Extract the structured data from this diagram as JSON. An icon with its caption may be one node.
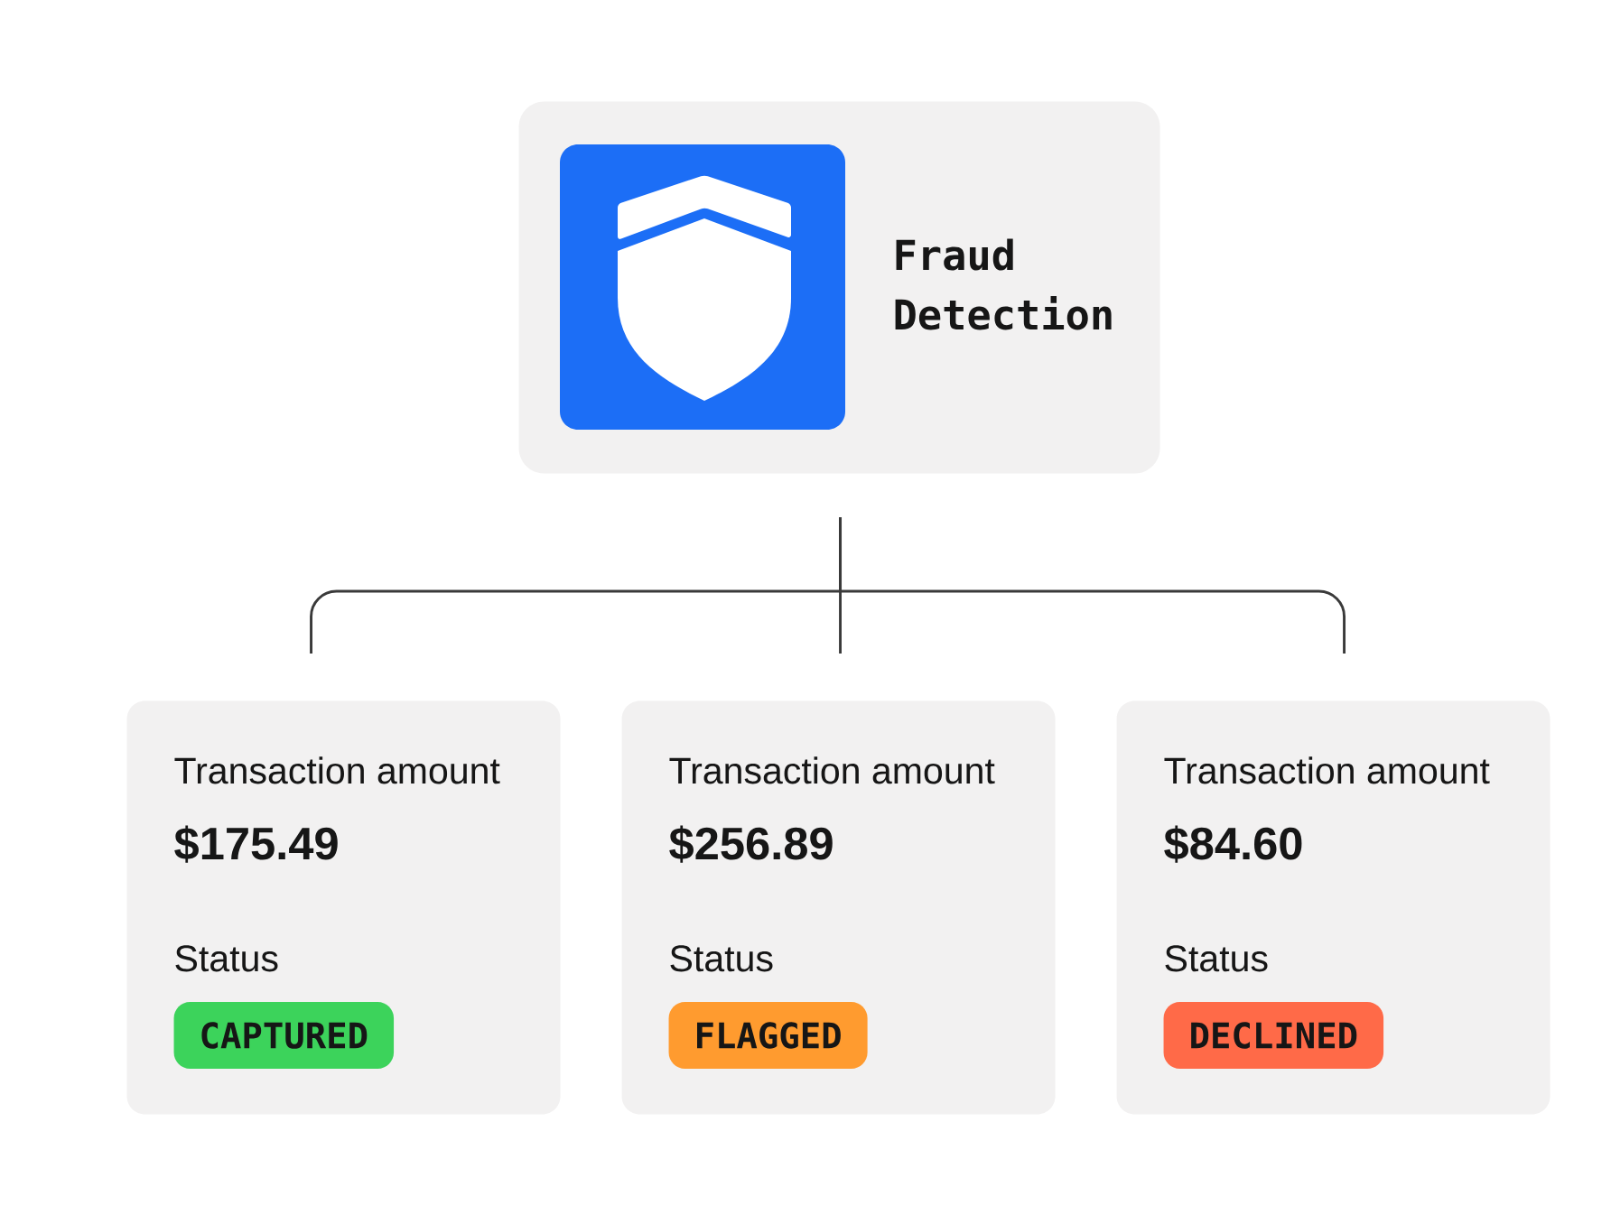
{
  "diagram": {
    "nodes": [
      {
        "text": [
          "Fraud Detection"
        ]
      },
      {
        "text": [
          "Transaction amount",
          "$175.49",
          "Status"
        ]
      },
      {
        "text": [
          "CAPTURED"
        ],
        "in": 1
      },
      {
        "text": [
          "Transaction amount",
          "$256.89",
          "Status"
        ]
      },
      {
        "text": [
          "FLAGGED"
        ],
        "in": 3
      },
      {
        "text": [
          "Transaction amount",
          "$84.60",
          "Status"
        ]
      },
      {
        "text": [
          "DECLINED"
        ],
        "in": 5
      }
    ],
    "edges": [
      {
        "from": 0,
        "to": 1,
        "arrow": "none"
      },
      {
        "from": 0,
        "to": 3,
        "arrow": "none"
      },
      {
        "from": 0,
        "to": 5,
        "arrow": "none"
      }
    ]
  }
}
